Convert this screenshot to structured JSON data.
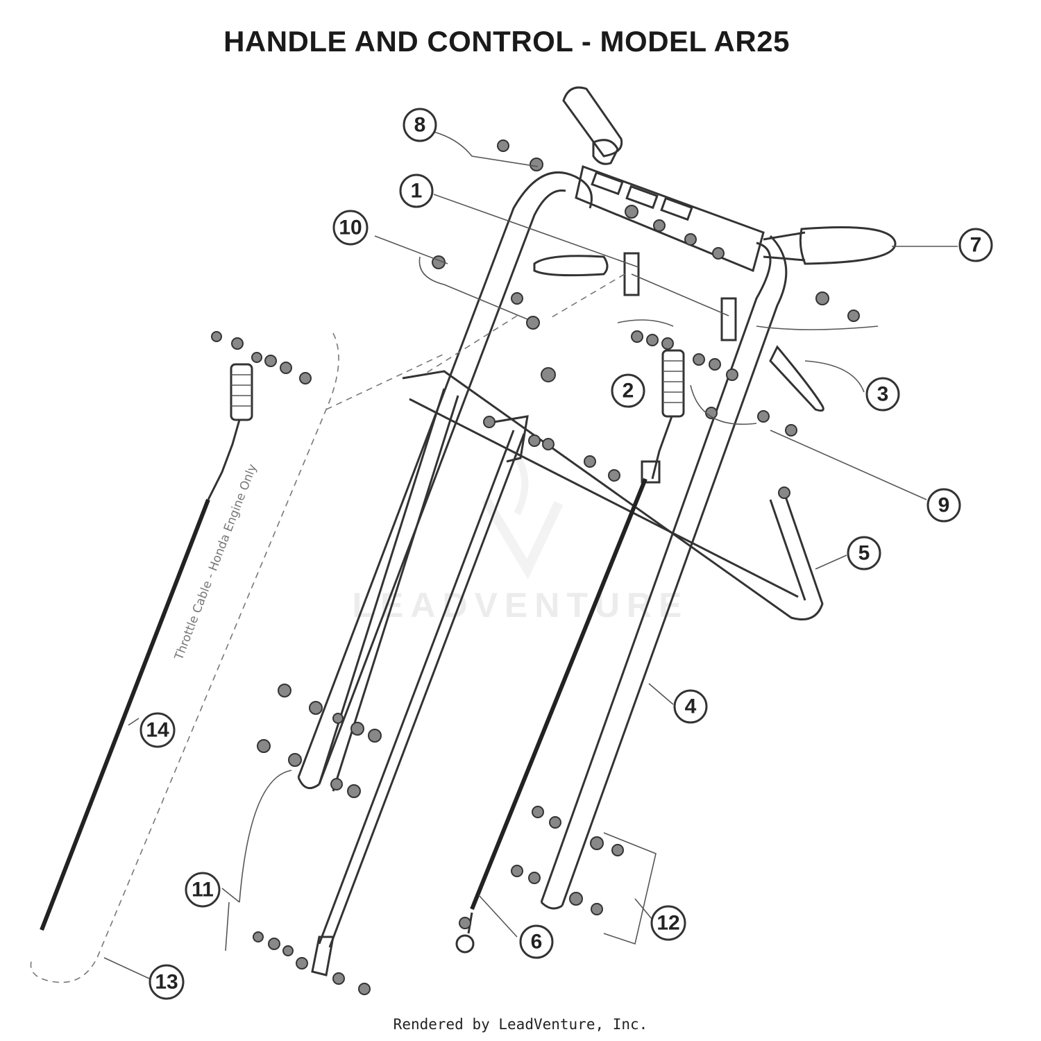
{
  "title": "HANDLE AND CONTROL - MODEL AR25",
  "watermark": "LEADVENTURE",
  "cable_label": "Throttle Cable - Honda Engine Only",
  "footer": "Rendered by LeadVenture, Inc.",
  "callouts": [
    {
      "id": "1",
      "label": "1"
    },
    {
      "id": "2",
      "label": "2"
    },
    {
      "id": "3",
      "label": "3"
    },
    {
      "id": "4",
      "label": "4"
    },
    {
      "id": "5",
      "label": "5"
    },
    {
      "id": "6",
      "label": "6"
    },
    {
      "id": "7",
      "label": "7"
    },
    {
      "id": "8",
      "label": "8"
    },
    {
      "id": "9",
      "label": "9"
    },
    {
      "id": "10",
      "label": "10"
    },
    {
      "id": "11",
      "label": "11"
    },
    {
      "id": "12",
      "label": "12"
    },
    {
      "id": "13",
      "label": "13"
    },
    {
      "id": "14",
      "label": "14"
    }
  ]
}
